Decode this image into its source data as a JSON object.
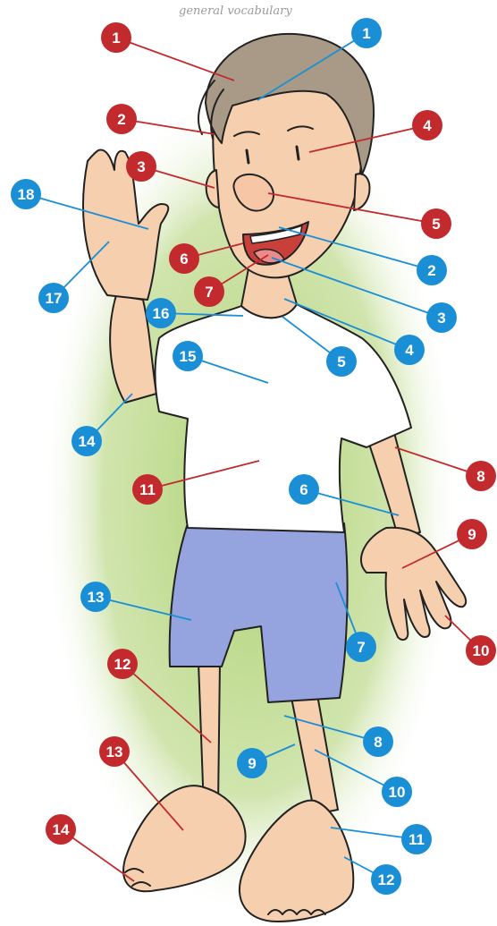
{
  "header": {
    "note": "general vocabulary"
  },
  "colors": {
    "red_badge": "#c22a2e",
    "blue_badge": "#1b8fd6",
    "red_line": "#c22a2e",
    "blue_line": "#1b8fd6",
    "background_glow": "#a9cf6a",
    "skin": "#f5cfae",
    "hair": "#a89a86",
    "shirt": "#ffffff",
    "shorts": "#95a3df"
  },
  "labels": {
    "red": [
      {
        "id": "r1",
        "number": "1",
        "part": "hair"
      },
      {
        "id": "r2",
        "number": "2",
        "part": "forehead-edge"
      },
      {
        "id": "r3",
        "number": "3",
        "part": "ear"
      },
      {
        "id": "r4",
        "number": "4",
        "part": "eye"
      },
      {
        "id": "r5",
        "number": "5",
        "part": "nose"
      },
      {
        "id": "r6",
        "number": "6",
        "part": "cheek"
      },
      {
        "id": "r7",
        "number": "7",
        "part": "tongue"
      },
      {
        "id": "r8",
        "number": "8",
        "part": "wrist"
      },
      {
        "id": "r9",
        "number": "9",
        "part": "hand"
      },
      {
        "id": "r10",
        "number": "10",
        "part": "fingernail"
      },
      {
        "id": "r11",
        "number": "11",
        "part": "stomach"
      },
      {
        "id": "r12",
        "number": "12",
        "part": "leg"
      },
      {
        "id": "r13",
        "number": "13",
        "part": "foot"
      },
      {
        "id": "r14",
        "number": "14",
        "part": "toenail"
      }
    ],
    "blue": [
      {
        "id": "b1",
        "number": "1",
        "part": "forehead"
      },
      {
        "id": "b2",
        "number": "2",
        "part": "teeth"
      },
      {
        "id": "b3",
        "number": "3",
        "part": "lip"
      },
      {
        "id": "b4",
        "number": "4",
        "part": "neck"
      },
      {
        "id": "b5",
        "number": "5",
        "part": "throat"
      },
      {
        "id": "b6",
        "number": "6",
        "part": "forearm"
      },
      {
        "id": "b7",
        "number": "7",
        "part": "hip"
      },
      {
        "id": "b8",
        "number": "8",
        "part": "knee"
      },
      {
        "id": "b9",
        "number": "9",
        "part": "shin"
      },
      {
        "id": "b10",
        "number": "10",
        "part": "calf"
      },
      {
        "id": "b11",
        "number": "11",
        "part": "ankle"
      },
      {
        "id": "b12",
        "number": "12",
        "part": "heel"
      },
      {
        "id": "b13",
        "number": "13",
        "part": "shorts"
      },
      {
        "id": "b14",
        "number": "14",
        "part": "elbow"
      },
      {
        "id": "b15",
        "number": "15",
        "part": "chest"
      },
      {
        "id": "b16",
        "number": "16",
        "part": "shoulder"
      },
      {
        "id": "b17",
        "number": "17",
        "part": "palm"
      },
      {
        "id": "b18",
        "number": "18",
        "part": "thumb"
      }
    ]
  }
}
